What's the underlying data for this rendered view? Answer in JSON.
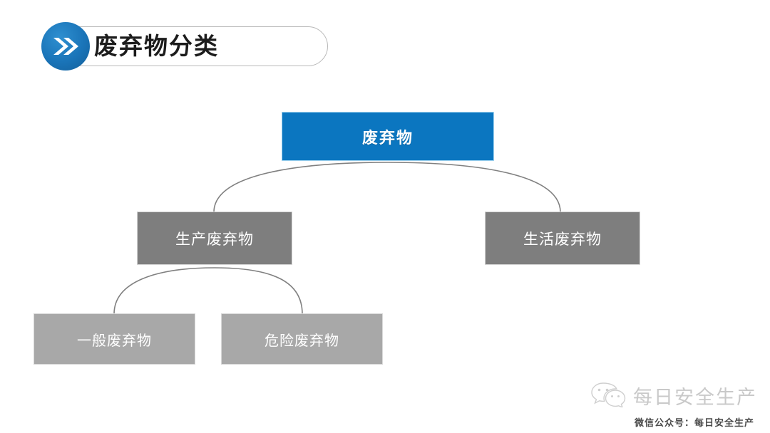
{
  "slide": {
    "background_color": "#ffffff",
    "header": {
      "title": "废弃物分类",
      "badge_icon": "double-chevron-right-icon",
      "badge_color": "#1a74b8",
      "pill_border_color": "#b9b9b9"
    },
    "diagram": {
      "type": "tree",
      "nodes": [
        {
          "id": "root",
          "label": "废弃物",
          "level": 1,
          "fill": "#0b76c0",
          "text_color": "#ffffff"
        },
        {
          "id": "production-waste",
          "label": "生产废弃物",
          "level": 2,
          "fill": "#7e7e7e",
          "text_color": "#ffffff"
        },
        {
          "id": "domestic-waste",
          "label": "生活废弃物",
          "level": 2,
          "fill": "#7e7e7e",
          "text_color": "#ffffff"
        },
        {
          "id": "general-waste",
          "label": "一般废弃物",
          "level": 3,
          "fill": "#a8a8a8",
          "text_color": "#ffffff"
        },
        {
          "id": "hazardous-waste",
          "label": "危险废弃物",
          "level": 3,
          "fill": "#a8a8a8",
          "text_color": "#ffffff"
        }
      ],
      "edges": [
        {
          "from": "root",
          "to": "production-waste"
        },
        {
          "from": "root",
          "to": "domestic-waste"
        },
        {
          "from": "production-waste",
          "to": "general-waste"
        },
        {
          "from": "production-waste",
          "to": "hazardous-waste"
        }
      ],
      "connector_color": "#808080"
    },
    "footer": {
      "logo_icon": "wechat-icon",
      "brand": "每日安全生产",
      "caption": "微信公众号：每日安全生产"
    }
  }
}
